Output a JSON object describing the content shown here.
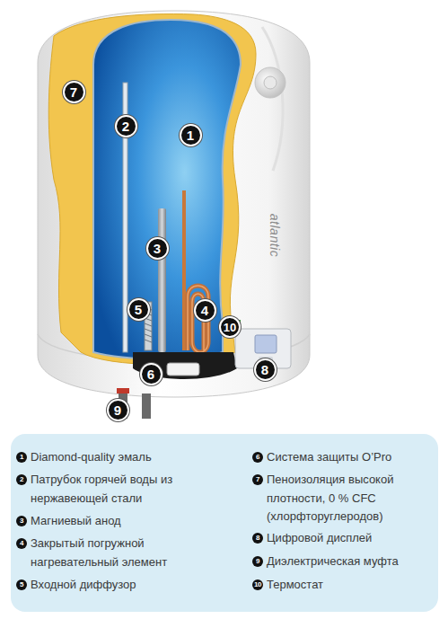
{
  "diagram": {
    "labels": [
      "1",
      "2",
      "3",
      "4",
      "5",
      "6",
      "7",
      "8",
      "9",
      "10",
      "atlantic",
      "1",
      "Diamond-quality эмаль",
      "2",
      "Патрубок горячей воды из нержавеющей стали",
      "3",
      "Магниевый анод",
      "4",
      "Закрытый погружной нагревательный элемент",
      "5",
      "Входной диффузор",
      "6",
      "Система защиты O’Pro",
      "7",
      "Пеноизоляция высокой плотности, 0 % CFC (хлорфторуглеродов)",
      "8",
      "Цифровой дисплей",
      "9",
      "Диэлектрическая муфта",
      "10",
      "Термостат"
    ]
  }
}
